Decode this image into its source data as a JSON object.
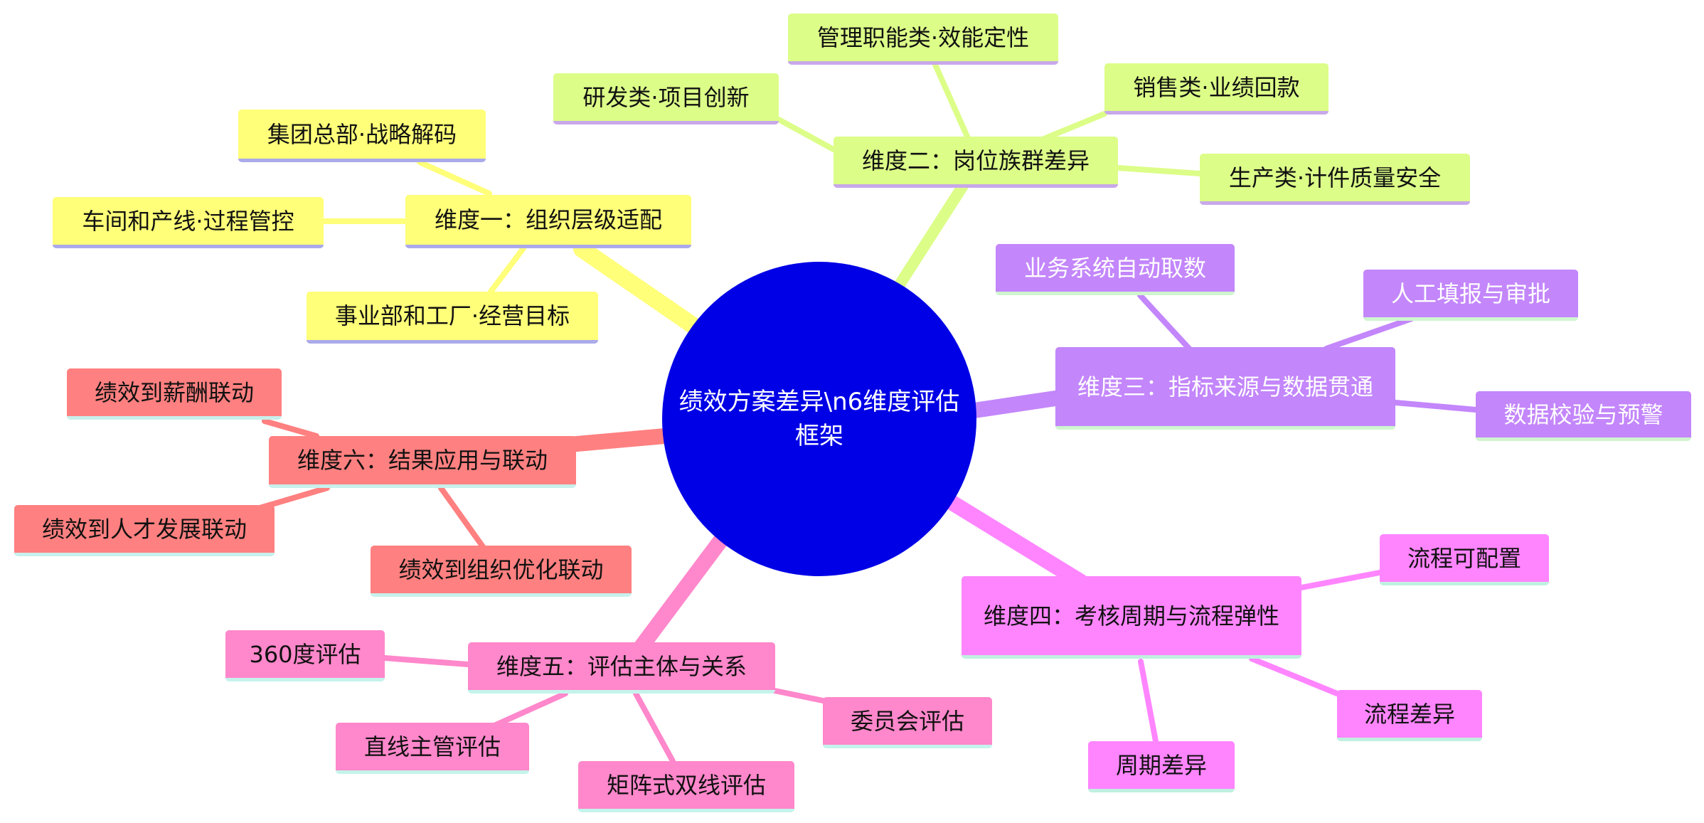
{
  "colors": {
    "root": "#0000e6",
    "yellow": "#ffff79",
    "green": "#dcfd88",
    "purple": "#c386fb",
    "magenta": "#ff85ff",
    "pink": "#ff87cb",
    "salmon": "#ff8080"
  },
  "root": {
    "label": "绩效方案差异\\n6维度评估框架"
  },
  "branches": {
    "d1": {
      "label": "维度一：组织层级适配",
      "children": [
        "集团总部·战略解码",
        "车间和产线·过程管控",
        "事业部和工厂·经营目标"
      ]
    },
    "d2": {
      "label": "维度二：岗位族群差异",
      "children": [
        "管理职能类·效能定性",
        "研发类·项目创新",
        "销售类·业绩回款",
        "生产类·计件质量安全"
      ]
    },
    "d3": {
      "label": "维度三：指标来源与数据贯通",
      "children": [
        "业务系统自动取数",
        "人工填报与审批",
        "数据校验与预警"
      ]
    },
    "d4": {
      "label": "维度四：考核周期与流程弹性",
      "children": [
        "流程可配置",
        "流程差异",
        "周期差异"
      ]
    },
    "d5": {
      "label": "维度五：评估主体与关系",
      "children": [
        "360度评估",
        "直线主管评估",
        "矩阵式双线评估",
        "委员会评估"
      ]
    },
    "d6": {
      "label": "维度六：结果应用与联动",
      "children": [
        "绩效到薪酬联动",
        "绩效到人才发展联动",
        "绩效到组织优化联动"
      ]
    }
  }
}
